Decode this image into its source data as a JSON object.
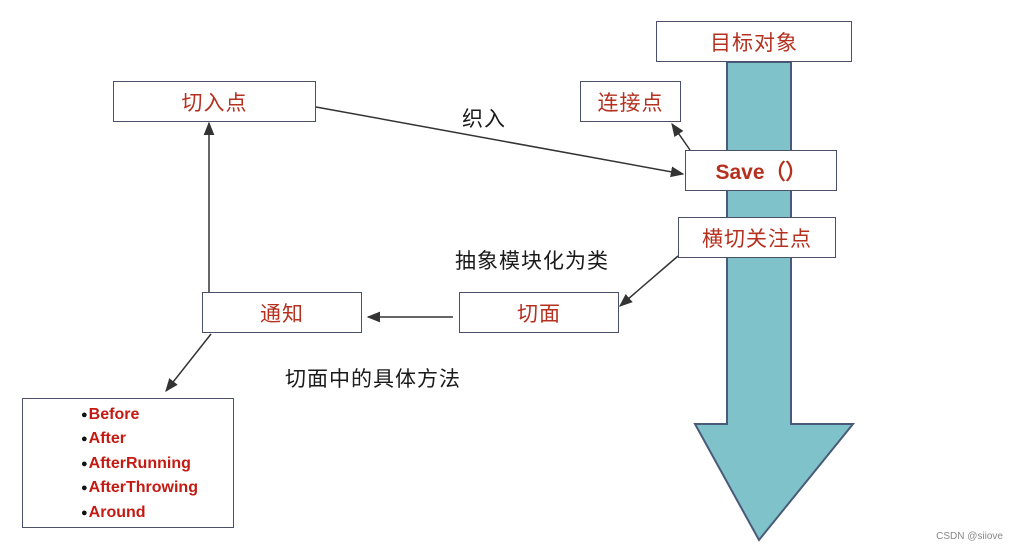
{
  "nodes": {
    "target_object": "目标对象",
    "join_point": "连接点",
    "pointcut": "切入点",
    "save_method": "Save（）",
    "crosscutting_concern": "横切关注点",
    "aspect": "切面",
    "advice": "通知"
  },
  "edge_labels": {
    "weaving": "织入",
    "modularize": "抽象模块化为类",
    "aspect_methods": "切面中的具体方法"
  },
  "advice_types": [
    "Before",
    "After",
    "AfterRunning",
    "AfterThrowing",
    "Around"
  ],
  "watermark": "CSDN @siiove",
  "colors": {
    "arrow_fill": "#7fc2c9",
    "arrow_stroke": "#4a5a7a",
    "node_text": "#b5301f",
    "advice_text": "#c41a12",
    "line": "#333333"
  }
}
